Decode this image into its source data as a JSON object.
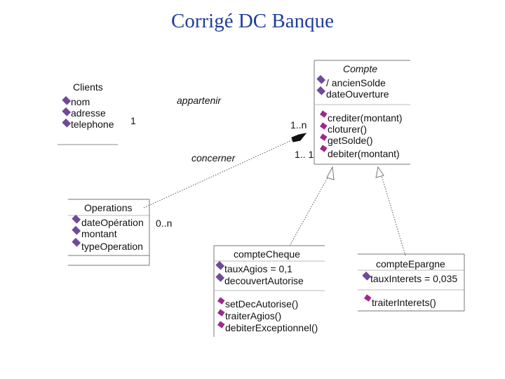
{
  "title": "Corrigé DC Banque",
  "colors": {
    "title": "#1f3f99",
    "line": "#555555",
    "text": "#111111",
    "attr_icon": "#6f4a9a",
    "op_icon": "#a0288c"
  },
  "classes": {
    "clients": {
      "name": "Clients",
      "attributes": [
        "nom",
        "adresse",
        "telephone"
      ],
      "operations": []
    },
    "compte": {
      "name": "Compte",
      "attributes": [
        "/ ancienSolde",
        "dateOuverture"
      ],
      "operations": [
        "crediter(montant)",
        "cloturer()",
        "getSolde()",
        "debiter(montant)"
      ]
    },
    "operations": {
      "name": "Operations",
      "attributes": [
        "dateOpération",
        "montant",
        "typeOperation"
      ],
      "operations": []
    },
    "compte_cheque": {
      "name": "compteCheque",
      "attributes": [
        "tauxAgios = 0,1",
        "decouvertAutorise"
      ],
      "operations": [
        "setDecAutorise()",
        "traiterAgios()",
        "debiterExceptionnel()"
      ]
    },
    "compte_epargne": {
      "name": "compteEpargne",
      "attributes": [
        "tauxInterets = 0,035"
      ],
      "operations": [
        "traiterInterets()"
      ]
    }
  },
  "associations": {
    "appartenir": {
      "label": "appartenir",
      "mult_clients": "1",
      "mult_compte": "1..n"
    },
    "concerner": {
      "label": "concerner",
      "mult_compte": "1.. 1",
      "mult_operations": "0..n"
    }
  }
}
